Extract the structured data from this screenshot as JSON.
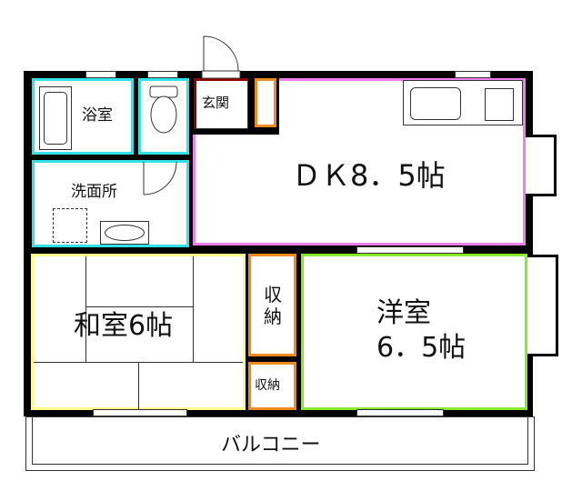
{
  "floorplan": {
    "rooms": {
      "bath": {
        "label": "浴室",
        "color": "#33e0e8"
      },
      "toilet": {
        "label": "",
        "color": "#33e0e8"
      },
      "washroom": {
        "label": "洗面所",
        "color": "#33e0e8"
      },
      "entrance": {
        "label": "玄関",
        "color": "#8b0000"
      },
      "shoe_closet": {
        "label": "",
        "color": "#f08a1c"
      },
      "dk": {
        "label": "ＤＫ8．5帖",
        "color": "#ee80ee"
      },
      "japanese_room": {
        "label": "和室6帖",
        "color": "#ffff88"
      },
      "storage_large": {
        "label_line1": "収",
        "label_line2": "納",
        "color": "#f08a1c"
      },
      "storage_small": {
        "label": "収納",
        "color": "#f08a1c"
      },
      "western_room": {
        "label_line1": "洋室",
        "label_line2": "6．5帖",
        "color": "#88e830"
      },
      "balcony": {
        "label": "バルコニー"
      }
    },
    "fixtures": [
      "bathtub",
      "toilet",
      "washbasin",
      "washing-machine-pan",
      "kitchen-sink",
      "stove"
    ]
  }
}
